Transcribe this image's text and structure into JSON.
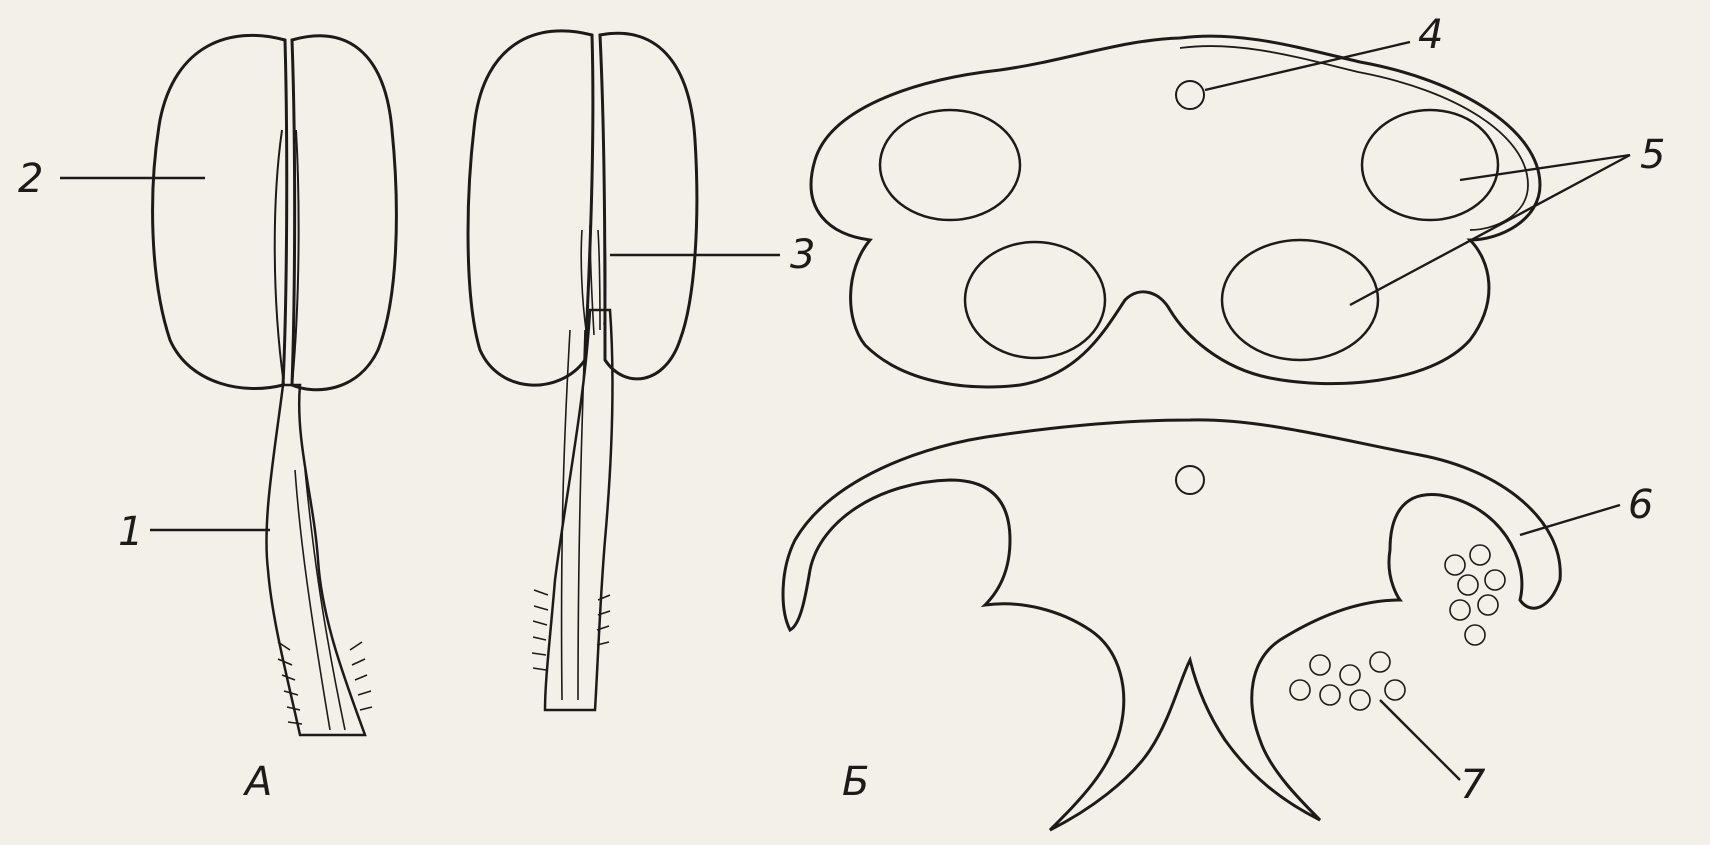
{
  "figure": {
    "panels": [
      {
        "id": "A",
        "caption": "А"
      },
      {
        "id": "B",
        "caption": "Б"
      }
    ],
    "callouts": [
      {
        "number": "1"
      },
      {
        "number": "2"
      },
      {
        "number": "3"
      },
      {
        "number": "4"
      },
      {
        "number": "5"
      },
      {
        "number": "6"
      },
      {
        "number": "7"
      }
    ]
  },
  "colors": {
    "background": "#f3f0ea",
    "ink": "#1d1b18",
    "stipple_fill": "#d9d4cc",
    "sac_fill": "#f7f5f0"
  }
}
